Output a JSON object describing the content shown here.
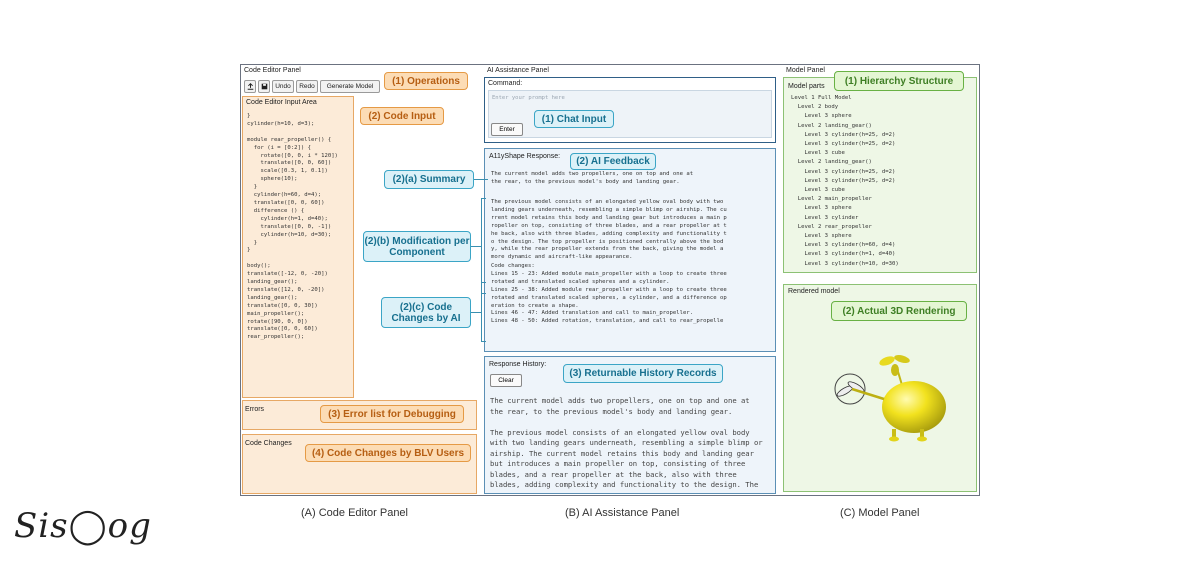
{
  "code_editor": {
    "panel_title": "Code Editor Panel",
    "toolbar": {
      "upload_icon": "upload-icon",
      "save_icon": "save-icon",
      "undo_label": "Undo",
      "redo_label": "Redo",
      "generate_label": "Generate Model"
    },
    "input_area_title": "Code Editor Input Area",
    "code_lines": [
      "}",
      "cylinder(h=10, d=3);",
      "",
      "module rear_propeller() {",
      "  for (i = [0:2]) {",
      "    rotate([0, 0, i * 120])",
      "    translate([0, 0, 60])",
      "    scale([0.3, 1, 0.1])",
      "    sphere(10);",
      "  }",
      "  cylinder(h=60, d=4);",
      "  translate([0, 0, 60])",
      "  difference () {",
      "    cylinder(h=1, d=40);",
      "    translate([0, 0, -1])",
      "    cylinder(h=10, d=30);",
      "  }",
      "}",
      "",
      "body();",
      "translate([-12, 0, -20])",
      "landing_gear();",
      "translate([12, 0, -20])",
      "landing_gear();",
      "translate([0, 0, 30])",
      "main_propeller();",
      "rotate([90, 0, 0])",
      "translate([0, 0, 60])",
      "rear_propeller();"
    ],
    "errors_title": "Errors",
    "changes_title": "Code Changes"
  },
  "ai_assistance": {
    "panel_title": "AI Assistance Panel",
    "command_title": "Command:",
    "prompt_placeholder": "Enter your prompt here",
    "enter_label": "Enter",
    "response_title": "A11yShape Response:",
    "summary_lines": [
      "The current model adds two propellers, one on top and one at",
      "the rear, to the previous model's body and landing gear."
    ],
    "modification_lines": [
      "The previous model consists of an elongated yellow oval body with two",
      "landing gears underneath, resembling a simple blimp or airship. The cu",
      "rrent model retains this body and landing gear but introduces a main p",
      "ropeller on top, consisting of three blades, and a rear propeller at t",
      "he back, also with three blades, adding complexity and functionality t",
      "o the design. The top propeller is positioned centrally above the bod",
      "y, while the rear propeller extends from the back, giving the model a",
      "more dynamic and aircraft-like appearance."
    ],
    "code_changes_lines": [
      "Code changes:",
      "Lines 15 - 23: Added module main_propeller with a loop to create three",
      "rotated and translated scaled spheres and a cylinder.",
      "Lines 25 - 38: Added module rear_propeller with a loop to create three",
      "rotated and translated scaled spheres, a cylinder, and a difference op",
      "eration to create a shape.",
      "Lines 46 - 47: Added translation and call to main_propeller.",
      "Lines 48 - 50: Added rotation, translation, and call to rear_propelle"
    ],
    "history_title": "Response History:",
    "clear_label": "Clear",
    "history_lines": [
      "The current model adds two propellers, one on top and one at",
      "the rear, to the previous model's body and landing gear.",
      "",
      "The previous model consists of an elongated yellow oval body",
      "with two landing gears underneath, resembling a simple blimp or",
      "airship. The current model retains this body and landing gear",
      "but introduces a main propeller on top, consisting of three",
      "blades, and a rear propeller at the back, also with three",
      "blades, adding complexity and functionality to the design. The"
    ]
  },
  "model_panel": {
    "panel_title": "Model Panel",
    "parts_title": "Model parts",
    "tree_lines": [
      "Level 1 Full Model",
      "  Level 2 body",
      "    Level 3 sphere",
      "  Level 2 landing_gear()",
      "    Level 3 cylinder(h=25, d=2)",
      "    Level 3 cylinder(h=25, d=2)",
      "    Level 3 cube",
      "  Level 2 landing_gear()",
      "    Level 3 cylinder(h=25, d=2)",
      "    Level 3 cylinder(h=25, d=2)",
      "    Level 3 cube",
      "  Level 2 main_propeller",
      "    Level 3 sphere",
      "    Level 3 cylinder",
      "  Level 2 rear_propeller",
      "    Level 3 sphere",
      "    Level 3 cylinder(h=60, d=4)",
      "    Level 3 cylinder(h=1, d=40)",
      "    Level 3 cylinder(h=10, d=30)"
    ],
    "rendered_title": "Rendered model"
  },
  "callouts": {
    "operations": "(1) Operations",
    "code_input": "(2) Code Input",
    "error_list": "(3) Error list for Debugging",
    "code_changes_blv": "(4) Code Changes by BLV Users",
    "chat_input": "(1) Chat Input",
    "ai_feedback": "(2) AI Feedback",
    "summary": "(2)(a) Summary",
    "modification": "(2)(b) Modification per Component",
    "code_changes_ai": "(2)(c) Code Changes by AI",
    "history": "(3) Returnable History Records",
    "hierarchy": "(1) Hierarchy Structure",
    "rendering": "(2) Actual 3D Rendering"
  },
  "captions": {
    "a": "(A) Code Editor Panel",
    "b": "(B) AI Assistance Panel",
    "c": "(C) Model Panel"
  },
  "watermark": "Sis◯og",
  "colors": {
    "orange_accent": "#e59a45",
    "blue_accent": "#3ba5c6",
    "green_accent": "#68b144",
    "model_yellow": "#f2e21e"
  }
}
